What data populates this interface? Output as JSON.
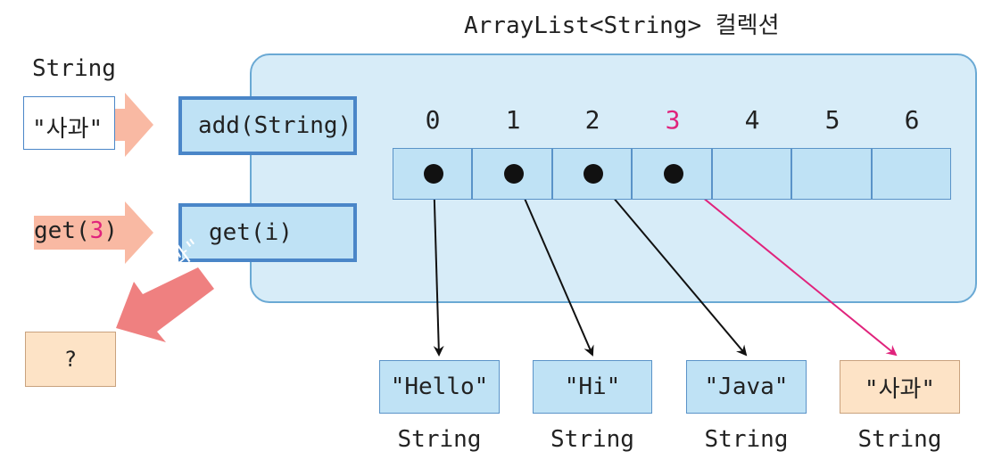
{
  "title": "ArrayList<String> 컬렉션",
  "input": {
    "type_label": "String",
    "value": "\"사과\"",
    "get_call_prefix": "get(",
    "get_call_index": "3",
    "get_call_suffix": ")"
  },
  "methods": {
    "add": "add(String)",
    "get": "get(i)"
  },
  "returned_value": "\"사과\"",
  "result": "?",
  "indices": [
    "0",
    "1",
    "2",
    "3",
    "4",
    "5",
    "6"
  ],
  "highlighted_index": "3",
  "elements": [
    {
      "value": "\"Hello\"",
      "type": "String"
    },
    {
      "value": "\"Hi\"",
      "type": "String"
    },
    {
      "value": "\"Java\"",
      "type": "String"
    },
    {
      "value": "\"사과\"",
      "type": "String"
    }
  ],
  "colors": {
    "panel": "#d7ecf8",
    "box": "#bfe2f5",
    "border": "#4a86c8",
    "arrow_fill": "#f9b9a3",
    "returned_arrow": "#ef8080",
    "new_object": "#fde3c6",
    "highlight": "#e0237c"
  }
}
